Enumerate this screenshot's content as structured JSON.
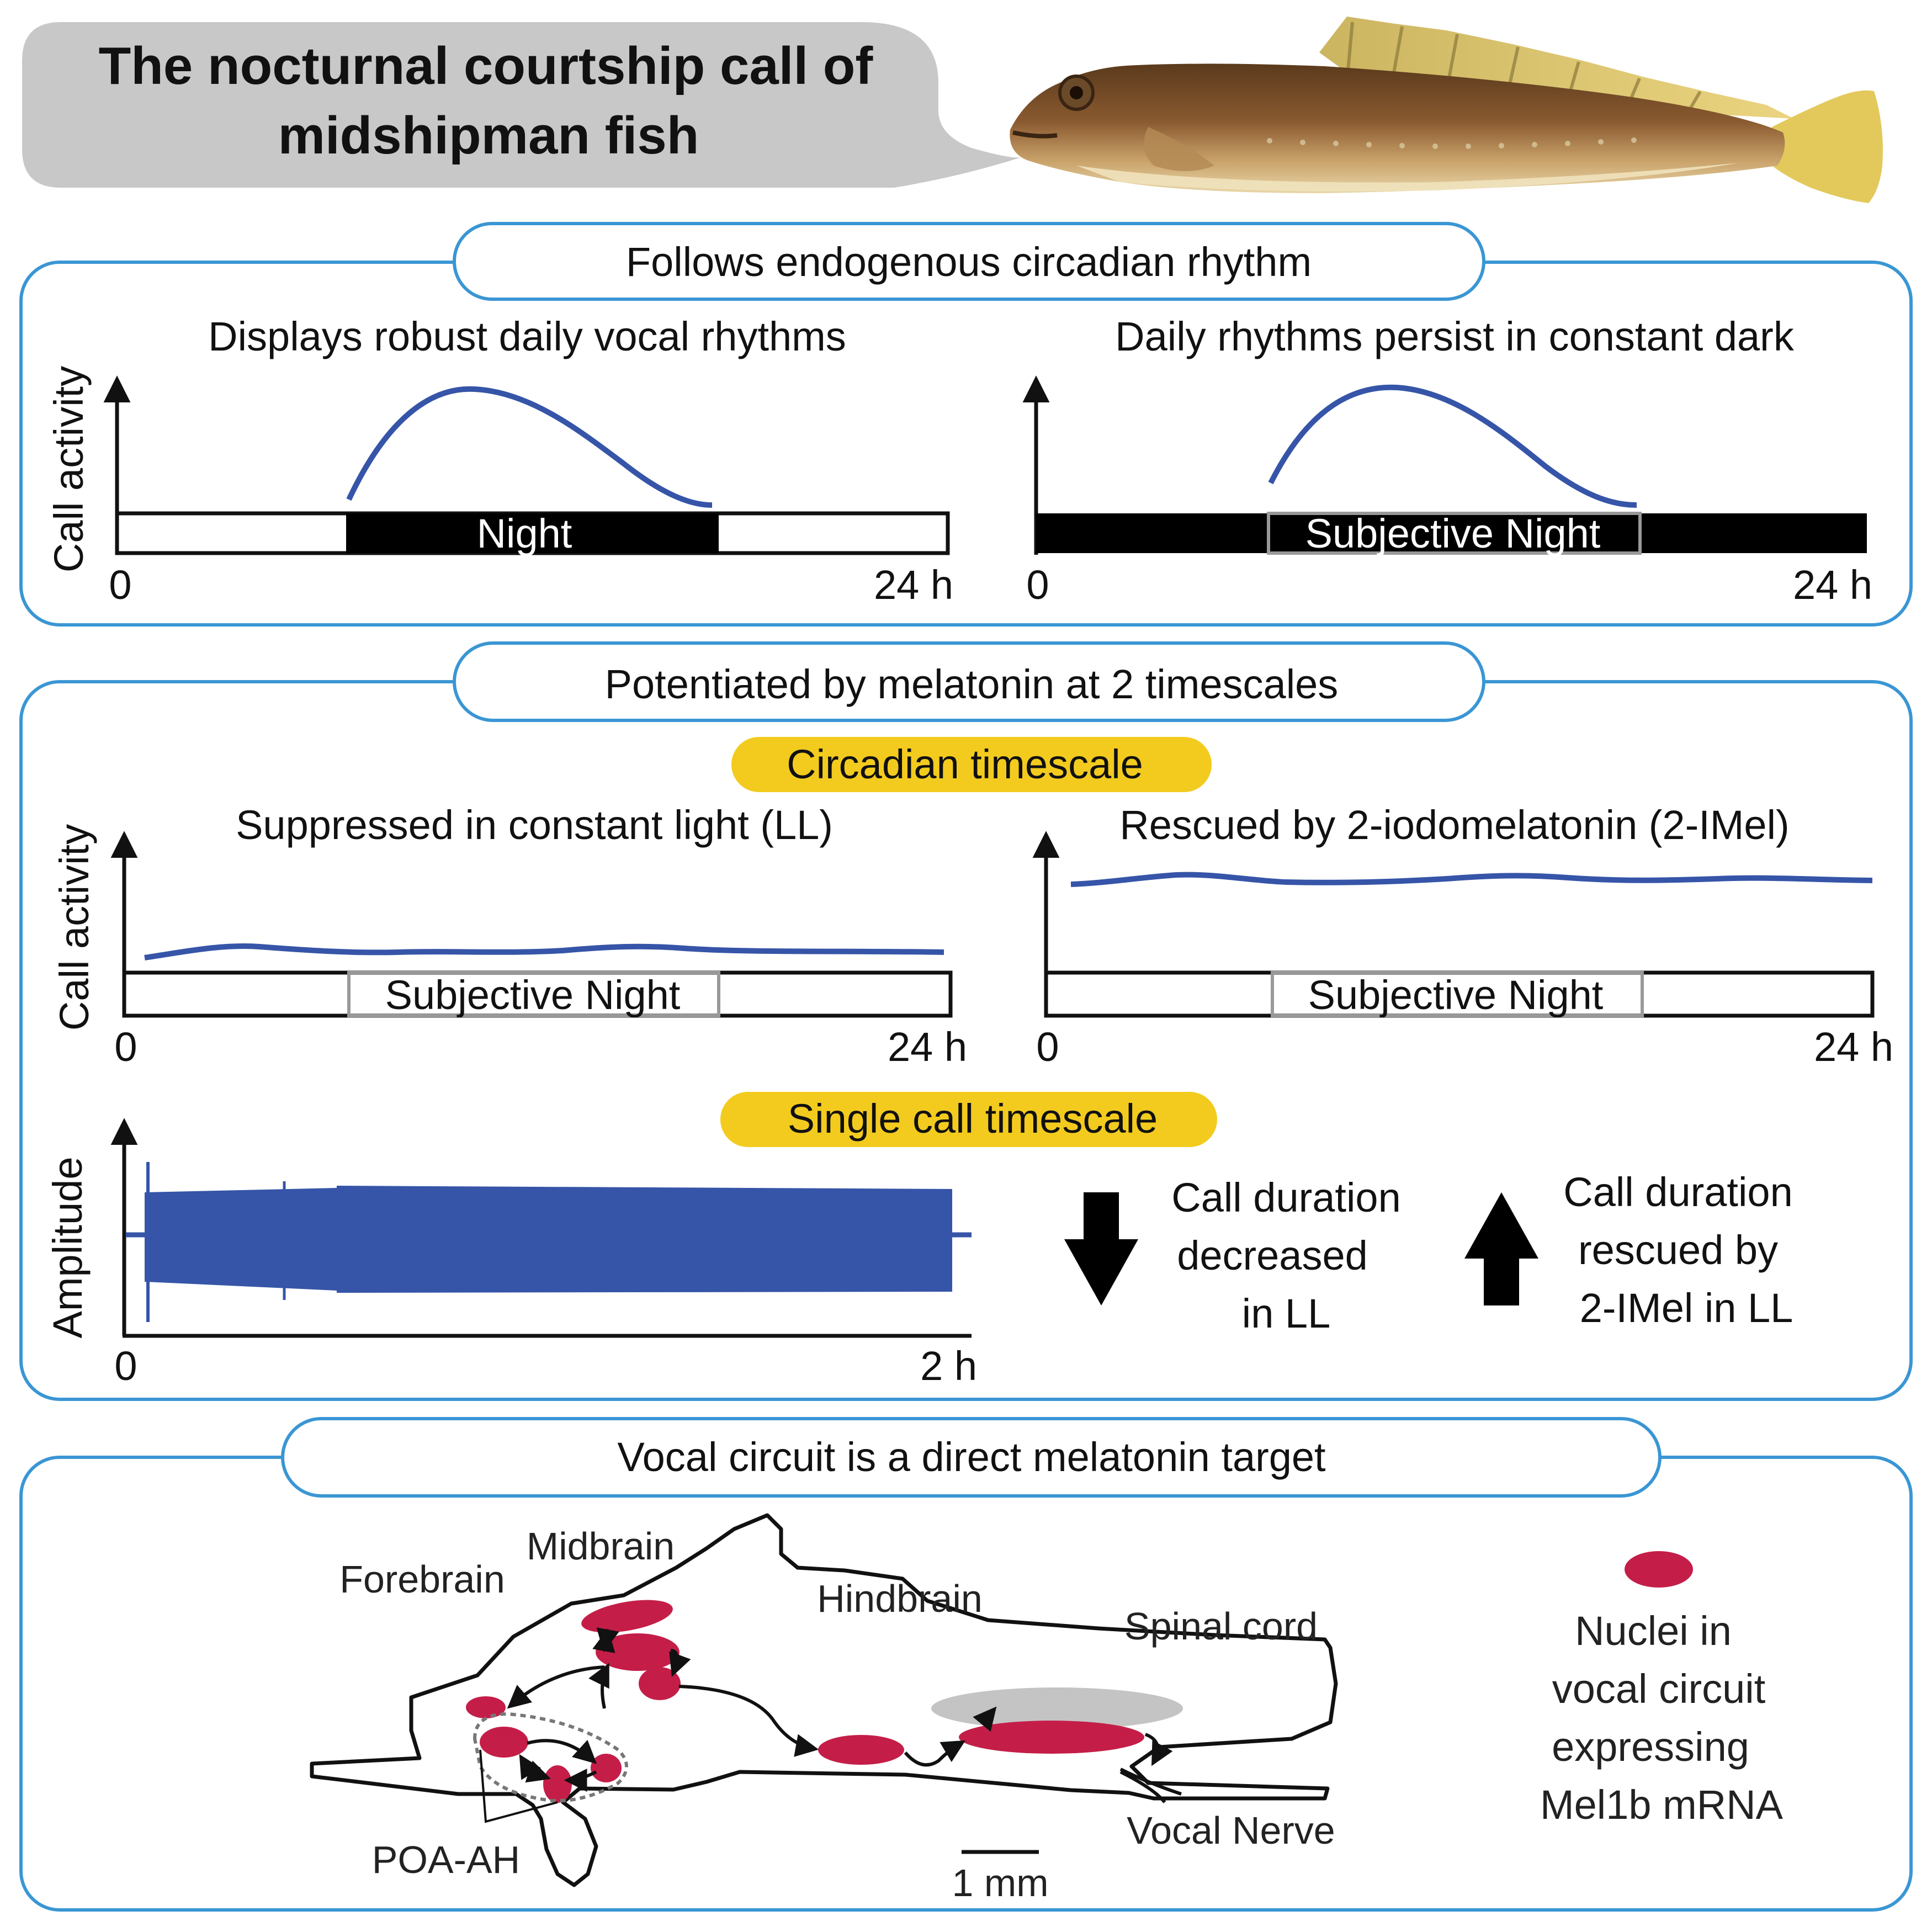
{
  "title": {
    "line1": "The nocturnal courtship call of",
    "line2": "midshipman fish"
  },
  "colors": {
    "panel_border": "#3A96D4",
    "curve": "#3655A8",
    "nucleus": "#C41E48",
    "highlight": "#F3CB1E",
    "bubble": "#C8C8C8",
    "night_bar": "#000000",
    "subjective_box": "#999999",
    "spinal_shadow": "#C4C4C4"
  },
  "panel1": {
    "header": "Follows endogenous circadian rhythm",
    "left": {
      "subtitle": "Displays robust daily vocal rhythms",
      "ylabel": "Call activity",
      "bar_label": "Night",
      "x_start": "0",
      "x_end": "24 h"
    },
    "right": {
      "subtitle": "Daily rhythms persist in constant dark",
      "bar_label": "Subjective Night",
      "x_start": "0",
      "x_end": "24 h"
    }
  },
  "panel2": {
    "header": "Potentiated by melatonin at 2 timescales",
    "circadian_tag": "Circadian timescale",
    "left": {
      "subtitle": "Suppressed in constant light (LL)",
      "ylabel": "Call activity",
      "bar_label": "Subjective Night",
      "x_start": "0",
      "x_end": "24 h"
    },
    "right": {
      "subtitle": "Rescued by 2-iodomelatonin (2-IMel)",
      "bar_label": "Subjective Night",
      "x_start": "0",
      "x_end": "24 h"
    },
    "single_tag": "Single call timescale",
    "amplitude": {
      "ylabel": "Amplitude",
      "x_start": "0",
      "x_end": "2 h"
    },
    "decrease": {
      "line1": "Call duration",
      "line2": "decreased",
      "line3": "in LL",
      "direction": "down"
    },
    "rescue": {
      "line1": "Call duration",
      "line2": "rescued by",
      "line3": "2-IMel in LL",
      "direction": "up"
    }
  },
  "panel3": {
    "header": "Vocal circuit is a direct melatonin target",
    "labels": {
      "forebrain": "Forebrain",
      "midbrain": "Midbrain",
      "hindbrain": "Hindbrain",
      "spinal_cord": "Spinal cord",
      "vocal_nerve": "Vocal Nerve",
      "poa_ah": "POA-AH",
      "scale": "1 mm"
    },
    "legend": {
      "line1": "Nuclei in",
      "line2": "vocal circuit",
      "line3": "expressing",
      "line4": "Mel1b mRNA"
    }
  }
}
